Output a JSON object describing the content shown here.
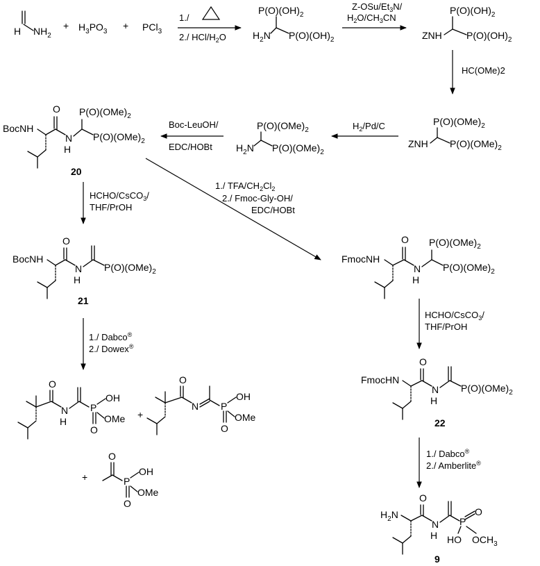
{
  "reagents": {
    "plus": "+",
    "h3po3": "H3PO3",
    "pcl3": "PCl3",
    "nh2": "NH2",
    "h": "H"
  },
  "conditions": {
    "step1_a": "1./",
    "step1_b": "2./ HCl/H2O",
    "step2_a": "Z-OSu/Et3N/",
    "step2_b": "H2O/CH3CN",
    "step3": "HC(OMe)2",
    "step4": "H2/Pd/C",
    "step5_a": "Boc-LeuOH/",
    "step5_b": "EDC/HOBt",
    "step6_a": "HCHO/CsCO3/",
    "step6_b": "THF/PrOH",
    "step7_a": "1./ TFA/CH2Cl2",
    "step7_b": "2./ Fmoc-Gly-OH/",
    "step7_c": "EDC/HOBt",
    "step8_a": "HCHO/CsCO3/",
    "step8_b": "THF/PrOH",
    "step9_a": "1./ Dabco®",
    "step9_b": "2./ Dowex®",
    "step10_a": "1./ Dabco®",
    "step10_b": "2./ Amberlite®"
  },
  "groups": {
    "po_oh2": "P(O)(OH)2",
    "po_ome2": "P(O)(OMe)2",
    "h2n": "H2N",
    "znh": "ZNH",
    "bocnh": "BocNH",
    "fmocnh": "FmocNH",
    "fmochn": "FmocHN",
    "nh_n": "N",
    "nh_h": "H",
    "o": "O",
    "p": "P",
    "oh": "OH",
    "ome": "OMe",
    "ho": "HO",
    "och3": "OCH3",
    "n": "N",
    "h2n_9": "H2N"
  },
  "compounds": {
    "c20": "20",
    "c21": "21",
    "c22": "22",
    "c9": "9"
  }
}
